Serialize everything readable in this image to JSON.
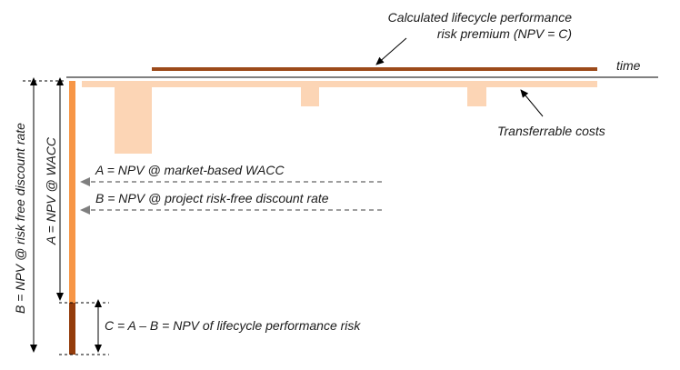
{
  "diagram": {
    "premium_label_line1": "Calculated lifecycle performance",
    "premium_label_line2": "risk premium (NPV = C)",
    "time_label": "time",
    "transferrable_costs_label": "Transferrable costs",
    "a_label": "A = NPV @ market-based  WACC",
    "b_label": "B = NPV @ project risk-free discount rate",
    "c_label": "C = A – B = NPV of lifecycle performance risk",
    "vertical_a_label": "A = NPV @  WACC",
    "vertical_b_label": "B = NPV @ risk free discount rate",
    "colors": {
      "premium_bar": "#9c4a1a",
      "axis_line": "#000000",
      "cost_fill": "#fcd5b5",
      "bar_a": "#f79646",
      "bar_c": "#943c0c",
      "dashed_arrow": "#7f7f7f"
    }
  }
}
